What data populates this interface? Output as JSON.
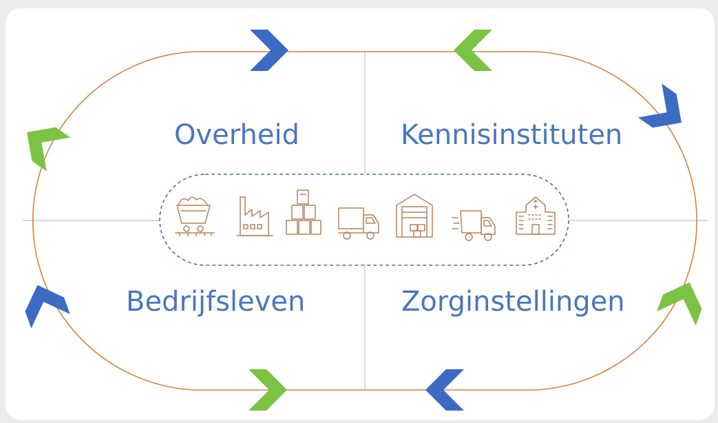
{
  "quadrants": {
    "top_left": "Overheid",
    "top_right": "Kennisinstituten",
    "bottom_left": "Bedrijfsleven",
    "bottom_right": "Zorginstellingen"
  },
  "icons": [
    "mine-cart-icon",
    "factory-icon",
    "boxes-icon",
    "truck-icon",
    "warehouse-icon",
    "delivery-truck-icon",
    "hospital-icon"
  ],
  "colors": {
    "outline": "#d6813f",
    "divider": "#a9c4e6",
    "text": "#4a76bd",
    "arrow_blue": "#3c6bc4",
    "arrow_green": "#7cc243",
    "icon": "#b8815a",
    "dash": "#4a6eaa"
  }
}
